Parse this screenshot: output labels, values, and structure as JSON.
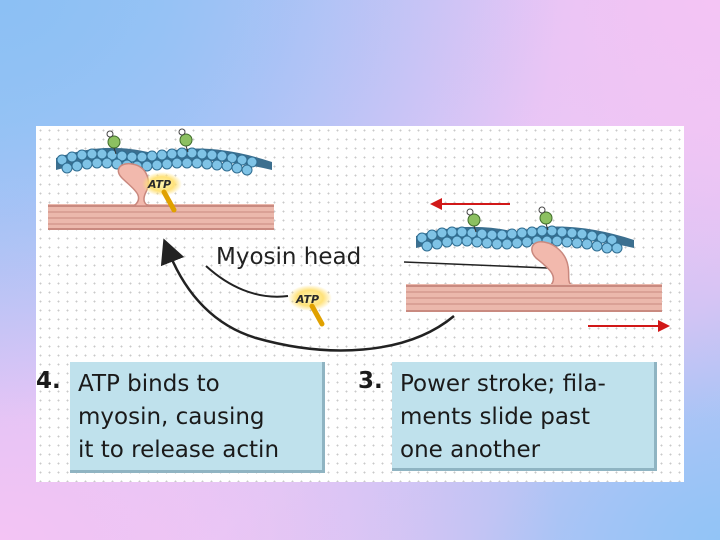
{
  "diagram": {
    "myosin_label": "Myosin head",
    "atp_label": "ATP",
    "steps": [
      {
        "number": "4.",
        "lines": [
          "ATP binds to",
          "myosin, causing",
          "it to release actin"
        ]
      },
      {
        "number": "3.",
        "lines": [
          "Power stroke; fila-",
          "ments slide past",
          "one another"
        ]
      }
    ],
    "colors": {
      "thick_filament": "#e8b2a6",
      "myosin_head": "#f2b9ad",
      "actin_bead": "#7fc3e6",
      "atp_glow": "#ffe98a",
      "arrow_red": "#d11818",
      "step_box": "#bfe1ec"
    }
  }
}
